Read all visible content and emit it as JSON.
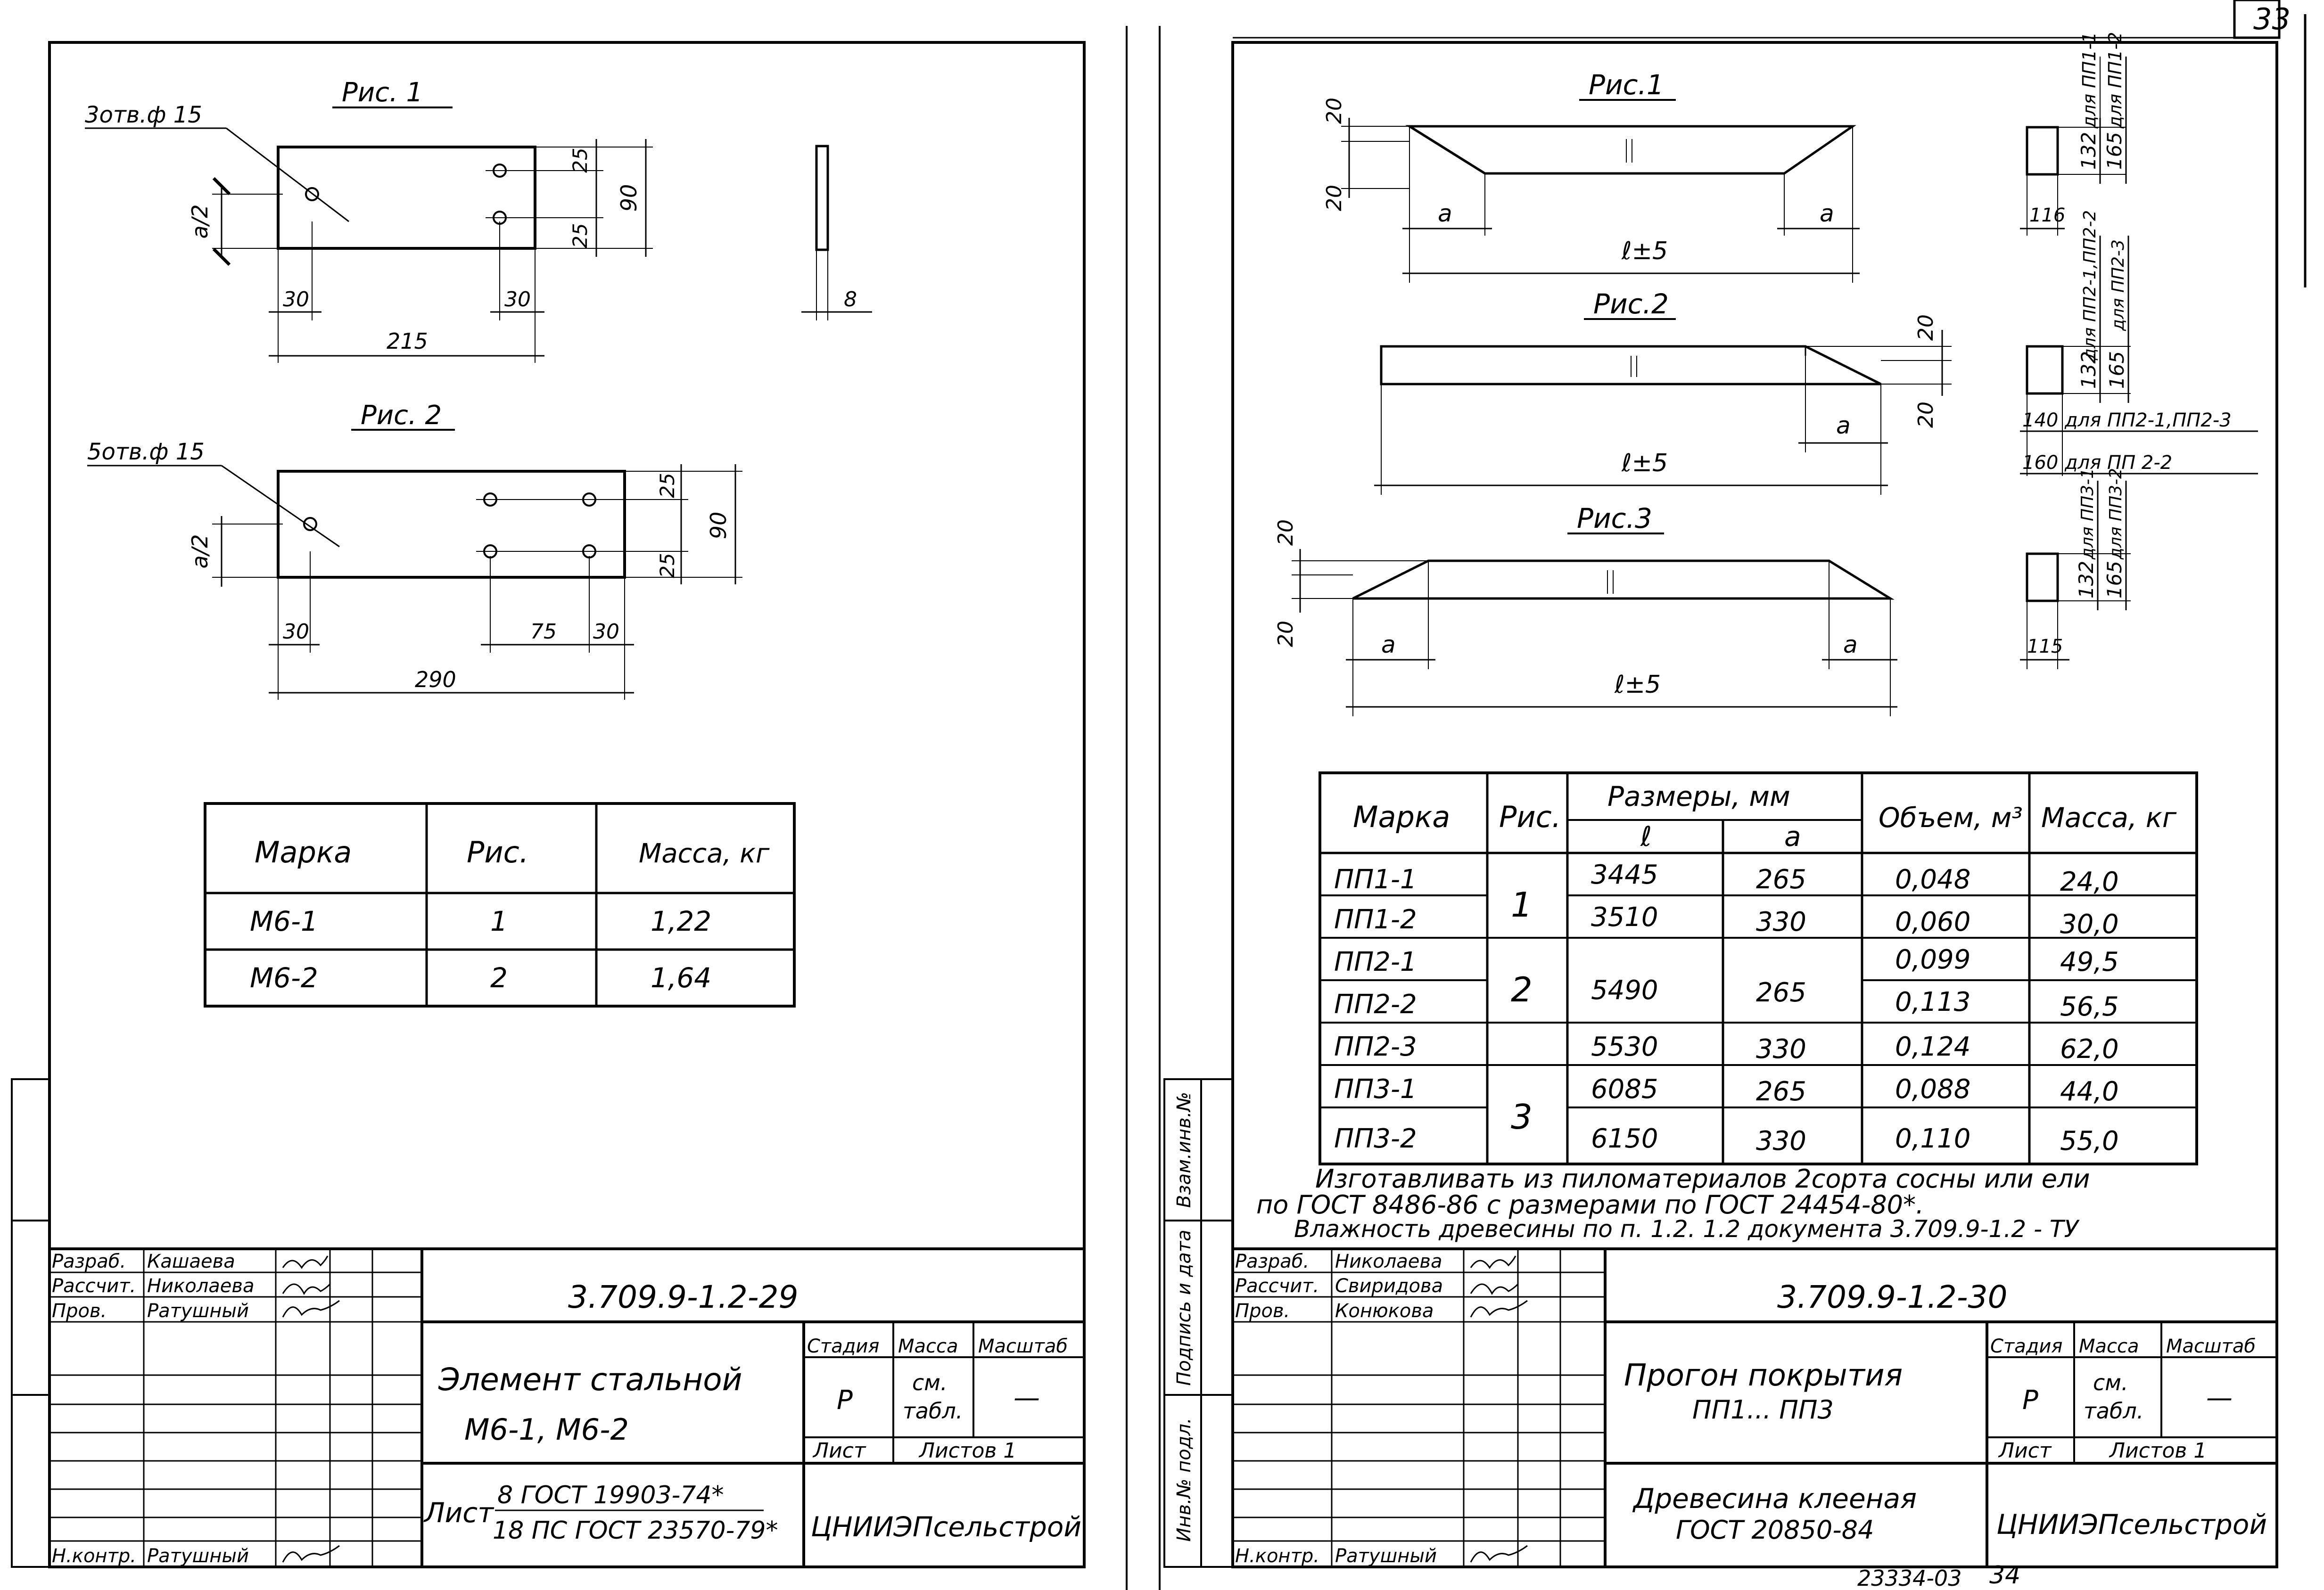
{
  "corner_page_number": "33",
  "footer_code": "23334-03",
  "footer_page": "34",
  "left": {
    "fig1": {
      "title": "Рис. 1",
      "holes": "3отв.ф 15",
      "dims": {
        "half": "a/2",
        "left": "30",
        "right": "30",
        "length": "215",
        "top": "25",
        "bottom": "25",
        "height": "90",
        "thickness": "8"
      }
    },
    "fig2": {
      "title": "Рис. 2",
      "holes": "5отв.ф 15",
      "dims": {
        "half": "a/2",
        "left": "30",
        "mid": "75",
        "right": "30",
        "length": "290",
        "top": "25",
        "bottom": "25",
        "height": "90"
      }
    },
    "table": {
      "headers": [
        "Марка",
        "Рис.",
        "Масса, кг"
      ],
      "rows": [
        [
          "М6-1",
          "1",
          "1,22"
        ],
        [
          "М6-2",
          "2",
          "1,64"
        ]
      ]
    },
    "stamp": {
      "people": [
        {
          "role": "Разраб.",
          "name": "Кашаева"
        },
        {
          "role": "Рассчит.",
          "name": "Николаева"
        },
        {
          "role": "Пров.",
          "name": "Ратушный"
        }
      ],
      "nkontr": {
        "role": "Н.контр.",
        "name": "Ратушный"
      },
      "code": "3.709.9-1.2-29",
      "title_line1": "Элемент стальной",
      "title_line2": "М6-1, М6-2",
      "stage_h": "Стадия",
      "mass_h": "Масса",
      "scale_h": "Масштаб",
      "stage": "Р",
      "mass_l1": "см.",
      "mass_l2": "табл.",
      "scale": "—",
      "sheet_h": "Лист",
      "sheets_h": "Листов 1",
      "material_prefix": "Лист",
      "material_l1": "8 ГОСТ 19903-74*",
      "material_l2": "18 ПС ГОСТ 23570-79*",
      "org": "ЦНИИЭПсельстрой"
    }
  },
  "right": {
    "fig1": {
      "title": "Рис.1",
      "a1": "a",
      "a2": "a",
      "len": "ℓ±5",
      "d1": "20",
      "d2": "20"
    },
    "fig2": {
      "title": "Рис.2",
      "a": "a",
      "len": "ℓ±5",
      "d1": "20",
      "d2": "20"
    },
    "fig3": {
      "title": "Рис.3",
      "a1": "a",
      "a2": "a",
      "len": "ℓ±5",
      "d1": "20",
      "d2": "20"
    },
    "sections": [
      {
        "h1": "132",
        "h2": "165",
        "w": "116",
        "lbl1": "для ПП1-1",
        "lbl2": "для ПП1-2"
      },
      {
        "h1": "132",
        "h2": "165",
        "lbl1": "для ПП2-1,ПП2-2",
        "lbl2": "для ПП2-3",
        "w1": "140",
        "w1lbl": "для ПП2-1,ПП2-3",
        "w2": "160",
        "w2lbl": "для ПП 2-2"
      },
      {
        "h1": "132",
        "h2": "165",
        "w": "115",
        "lbl1": "для ПП3-1",
        "lbl2": "для ПП3-2"
      }
    ],
    "table": {
      "h_mark": "Марка",
      "h_fig": "Рис.",
      "h_dims": "Размеры, мм",
      "h_l": "ℓ",
      "h_a": "a",
      "h_vol": "Объем, м³",
      "h_mass": "Масса, кг",
      "rows": [
        {
          "mark": "ПП1-1",
          "l": "3445",
          "a": "265",
          "vol": "0,048",
          "mass": "24,0"
        },
        {
          "mark": "ПП1-2",
          "l": "3510",
          "a": "330",
          "vol": "0,060",
          "mass": "30,0"
        },
        {
          "mark": "ПП2-1",
          "vol": "0,099",
          "mass": "49,5"
        },
        {
          "mark": "ПП2-2",
          "vol": "0,113",
          "mass": "56,5"
        },
        {
          "mark": "ПП2-3",
          "l": "5530",
          "a": "330",
          "vol": "0,124",
          "mass": "62,0"
        },
        {
          "mark": "ПП3-1",
          "l": "6085",
          "a": "265",
          "vol": "0,088",
          "mass": "44,0"
        },
        {
          "mark": "ПП3-2",
          "l": "6150",
          "a": "330",
          "vol": "0,110",
          "mass": "55,0"
        }
      ],
      "merged": [
        {
          "fig": "1"
        },
        {
          "fig": "2",
          "l": "5490",
          "a": "265"
        },
        {
          "fig": "3"
        }
      ]
    },
    "notes": [
      "Изготавливать из пиломатериалов 2сорта сосны или ели",
      "по ГОСТ 8486-86 с размерами по ГОСТ 24454-80*.",
      "Влажность древесины по п. 1.2. 1.2 документа 3.709.9-1.2 - ТУ"
    ],
    "side_labels": [
      "Взам.инв.№",
      "Подпись и дата",
      "Инв.№ подл."
    ],
    "stamp": {
      "people": [
        {
          "role": "Разраб.",
          "name": "Николаева"
        },
        {
          "role": "Рассчит.",
          "name": "Свиридова"
        },
        {
          "role": "Пров.",
          "name": "Конюкова"
        }
      ],
      "nkontr": {
        "role": "Н.контр.",
        "name": "Ратушный"
      },
      "code": "3.709.9-1.2-30",
      "title_line1": "Прогон покрытия",
      "title_line2": "ПП1... ПП3",
      "stage_h": "Стадия",
      "mass_h": "Масса",
      "scale_h": "Масштаб",
      "stage": "Р",
      "mass_l1": "см.",
      "mass_l2": "табл.",
      "scale": "—",
      "sheet_h": "Лист",
      "sheets_h": "Листов 1",
      "material_l1": "Древесина клееная",
      "material_l2": "ГОСТ 20850-84",
      "org": "ЦНИИЭПсельстрой"
    }
  }
}
